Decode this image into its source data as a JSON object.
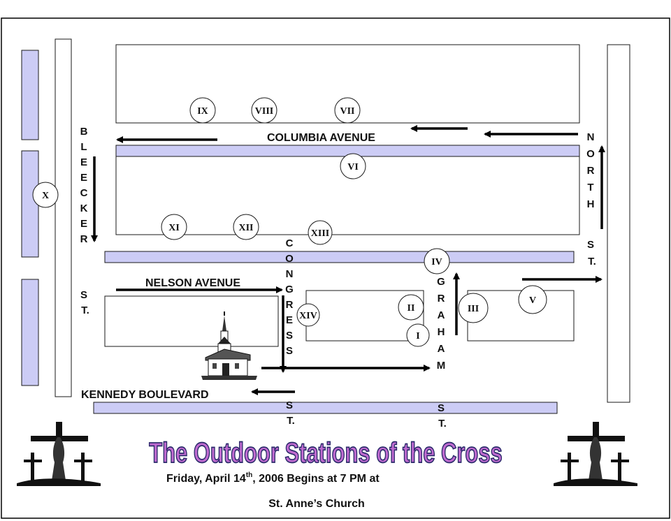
{
  "colors": {
    "street_fill": "#ccccf5",
    "block_fill": "#ffffff",
    "outline": "#1a1a1a",
    "title_fill": "#c06bd0",
    "title_stroke": "#2a2a6a",
    "arrow": "#000000"
  },
  "streets": {
    "columbia": "COLUMBIA AVENUE",
    "nelson": "NELSON AVENUE",
    "kennedy": "KENNEDY BOULEVARD",
    "bleecker_letters": [
      "B",
      "L",
      "E",
      "E",
      "C",
      "K",
      "E",
      "R"
    ],
    "bleecker_suffix": [
      "S",
      "T."
    ],
    "north_letters": [
      "N",
      "O",
      "R",
      "T",
      "H"
    ],
    "north_suffix": [
      "S",
      "T."
    ],
    "congress_letters": [
      "C",
      "O",
      "N",
      "G",
      "R",
      "E",
      "S",
      "S"
    ],
    "congress_suffix": [
      "S",
      "T."
    ],
    "graham_letters": [
      "G",
      "R",
      "A",
      "H",
      "A",
      "M"
    ],
    "graham_suffix": [
      "S",
      "T."
    ]
  },
  "stations": {
    "i": "I",
    "ii": "II",
    "iii": "III",
    "iv": "IV",
    "v": "V",
    "vi": "VI",
    "vii": "VII",
    "viii": "VIII",
    "ix": "IX",
    "x": "X",
    "xi": "XI",
    "xii": "XII",
    "xiii": "XIII",
    "xiv": "XIV"
  },
  "title": "The Outdoor Stations of the Cross",
  "date_prefix": "Friday,  April 14",
  "date_sup": "th",
  "date_suffix": ", 2006  Begins at  7 PM  at",
  "church_name": "St. Anne’s Church",
  "icons": {
    "church": "church-icon",
    "crucifixion": "crucifixion-icon"
  }
}
